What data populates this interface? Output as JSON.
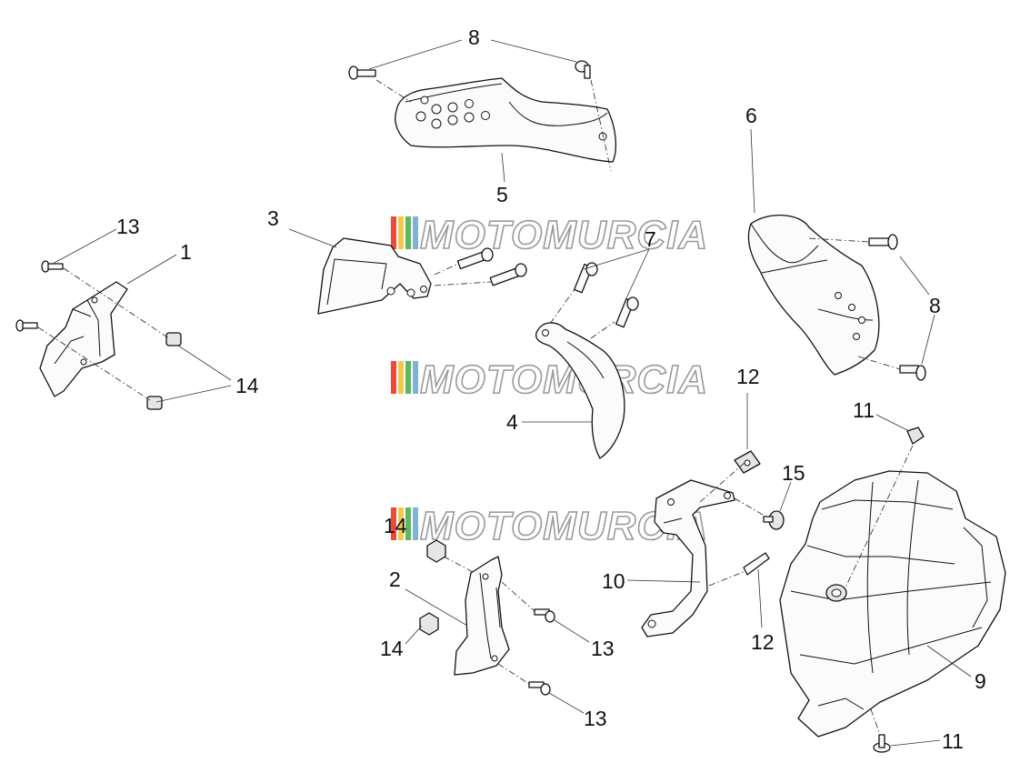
{
  "diagram": {
    "watermark_text": "MOTOMURCIA",
    "watermark_stripe_colors": [
      "#e84b3c",
      "#f2c94c",
      "#5cb85c",
      "#7fb3d5"
    ],
    "callouts": {
      "c1": "1",
      "c2": "2",
      "c3": "3",
      "c4": "4",
      "c5": "5",
      "c6": "6",
      "c7": "7",
      "c8a": "8",
      "c8b": "8",
      "c9": "9",
      "c10": "10",
      "c11a": "11",
      "c11b": "11",
      "c12a": "12",
      "c12b": "12",
      "c13a": "13",
      "c13b": "13",
      "c13c": "13",
      "c14a": "14",
      "c14b": "14",
      "c14c": "14",
      "c15": "15"
    }
  }
}
